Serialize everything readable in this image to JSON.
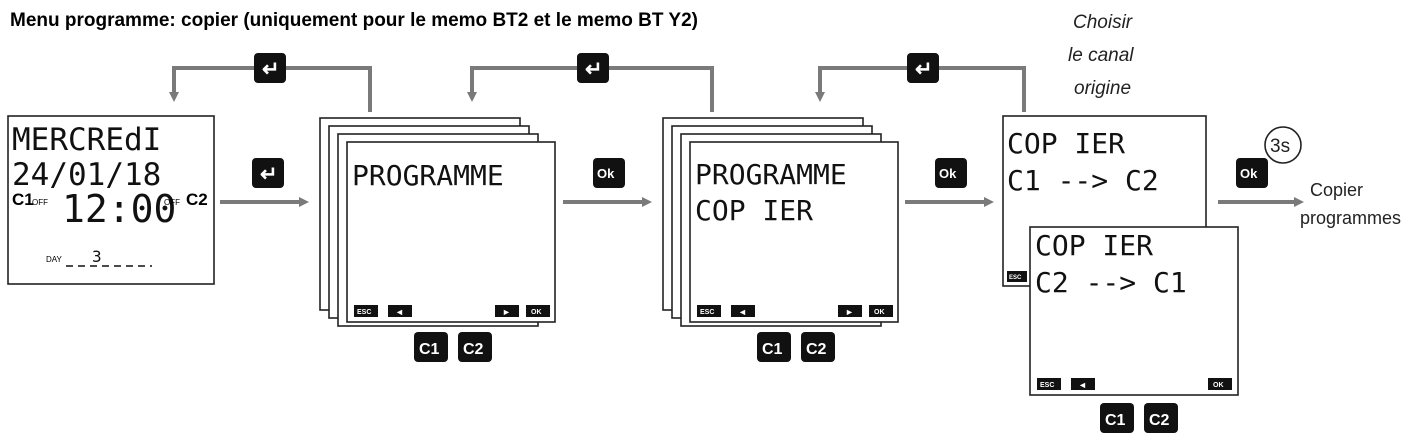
{
  "title": "Menu programme: copier (uniquement pour le memo BT2 et le memo BT Y2)",
  "screen1": {
    "day_name": "MERCREdI",
    "date": "24/01/18",
    "ch1": "C1",
    "ch1_state": "OFF",
    "time": "12:00",
    "ch2_state": "OFF",
    "ch2": "C2",
    "day_label": "DAY",
    "day_value": "3"
  },
  "screen2": {
    "line1": "PROGRAMME"
  },
  "screen3": {
    "line1": "PROGRAMME",
    "line2": "COP IER"
  },
  "screen4": {
    "line1": "COP IER",
    "line2": "C1 --> C2"
  },
  "screen5": {
    "line1": "COP IER",
    "line2": "C2 --> C1"
  },
  "softkeys": {
    "esc": "ESC",
    "left": "◄",
    "right": "►",
    "ok": "OK"
  },
  "buttons": {
    "enter": "↵",
    "ok": "Ok",
    "c1": "C1",
    "c2": "C2"
  },
  "labels": {
    "choose_line1": "Choisir",
    "choose_line2": "le canal",
    "choose_line3": "origine",
    "hold": "3s",
    "result_line1": "Copier",
    "result_line2": "programmes"
  }
}
